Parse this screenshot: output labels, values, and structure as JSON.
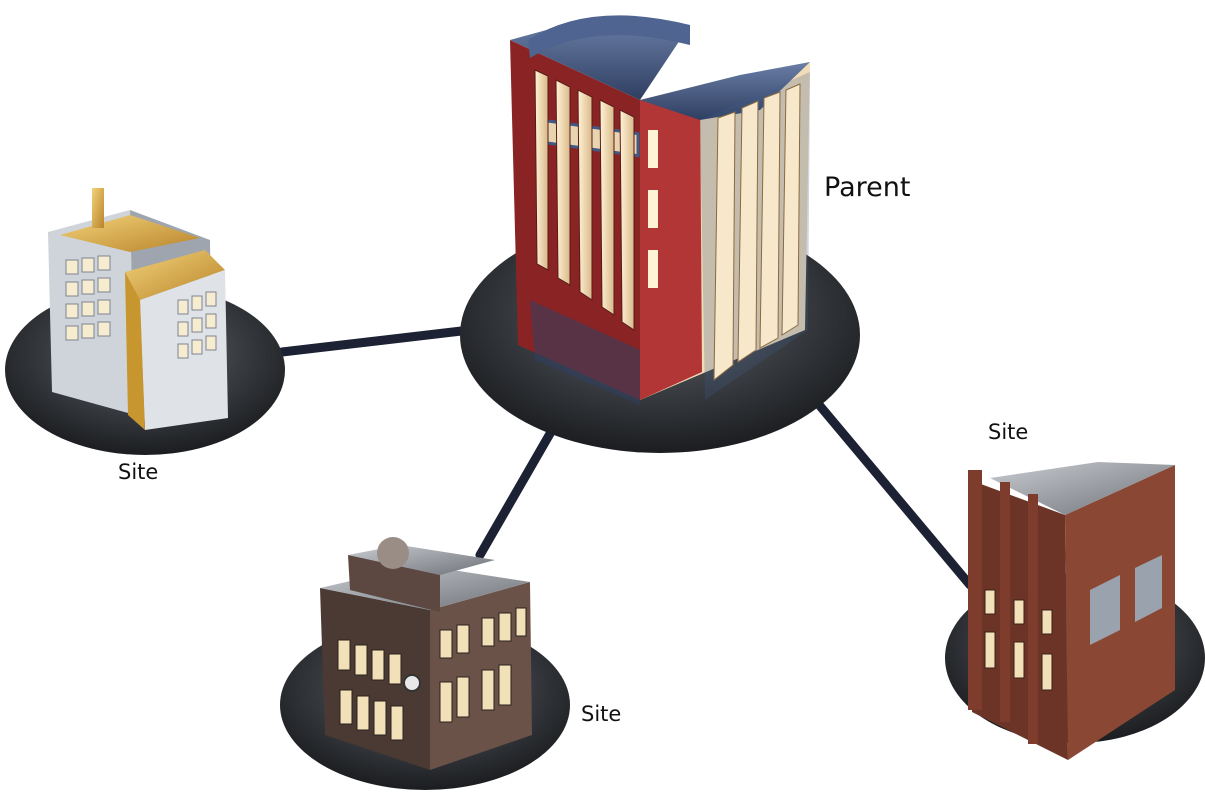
{
  "nodes": {
    "parent": {
      "label": "Parent",
      "icon": "office-tower-icon"
    },
    "site_left": {
      "label": "Site",
      "icon": "factory-building-icon"
    },
    "site_bottom": {
      "label": "Site",
      "icon": "storefront-building-icon"
    },
    "site_right": {
      "label": "Site",
      "icon": "brick-building-icon"
    }
  },
  "connections": [
    {
      "from": "parent",
      "to": "site_left"
    },
    {
      "from": "parent",
      "to": "site_bottom"
    },
    {
      "from": "parent",
      "to": "site_right"
    }
  ],
  "colors": {
    "background": "#ffffff",
    "connector": "#1c2233",
    "platform": "#2e3136",
    "parent_brick": "#8a2424",
    "parent_trim": "#3f5a86",
    "factory_gold": "#d8a63a",
    "brick_brown": "#7a3b2b"
  }
}
